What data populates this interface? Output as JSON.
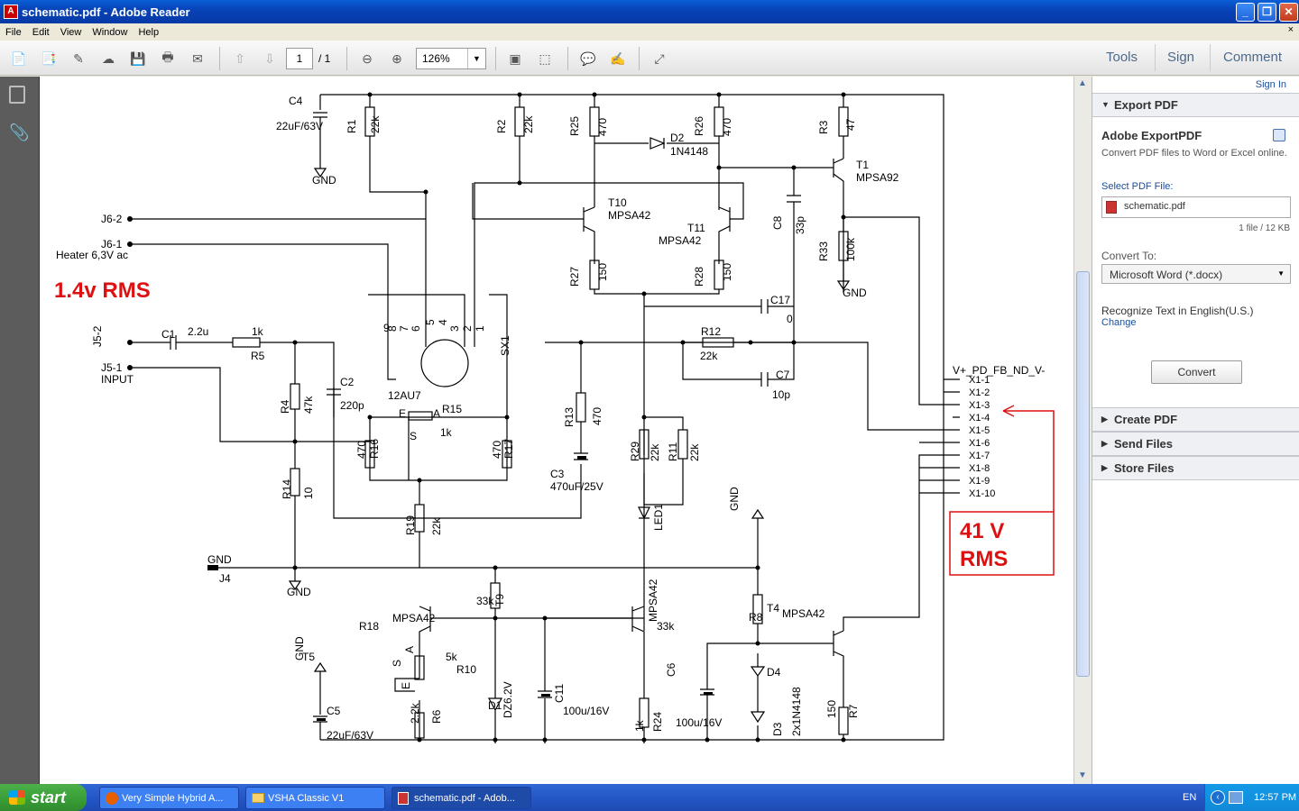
{
  "window": {
    "title": "schematic.pdf - Adobe Reader",
    "icon": "pdf-icon"
  },
  "menu": {
    "items": [
      "File",
      "Edit",
      "View",
      "Window",
      "Help"
    ],
    "close": "×"
  },
  "toolbar": {
    "page_current": "1",
    "page_total": "/ 1",
    "zoom": "126%",
    "tabs": [
      "Tools",
      "Sign",
      "Comment"
    ]
  },
  "doc_labels": {
    "components": [
      "C4",
      "22uF/63V",
      "GND",
      "R1",
      "22k",
      "R2",
      "22k",
      "R25",
      "470",
      "R26",
      "470",
      "D2",
      "1N4148",
      "R3",
      "47",
      "T1",
      "MPSA92",
      "T10",
      "MPSA42",
      "T11",
      "MPSA42",
      "C8",
      "33p",
      "R33",
      "100k",
      "GND",
      "J6-2",
      "J6-1",
      "Heater 6,3V ac",
      "R27",
      "150",
      "R28",
      "150",
      "C17",
      "0",
      "9",
      "8",
      "7",
      "6",
      "5",
      "4",
      "3",
      "2",
      "1",
      "SX1",
      "J5-2",
      "C1",
      "2.2u",
      "1k",
      "R5",
      "R12",
      "22k",
      "C7",
      "10p",
      "J5-1",
      "INPUT",
      "C2",
      "220p",
      "R4",
      "47k",
      "12AU7",
      "E",
      "A",
      "R15",
      "1k",
      "S",
      "R13",
      "470",
      "C3",
      "470uF/25V",
      "470",
      "R16",
      "470",
      "R17",
      "R29",
      "22k",
      "R11",
      "22k",
      "R14",
      "10",
      "R19",
      "22k",
      "LED1",
      "GND",
      "GND",
      "J4",
      "GND",
      "T5",
      "MPSA42",
      "R18",
      "33k",
      "T9",
      "MPSA42",
      "33k",
      "R8",
      "T4",
      "MPSA42",
      "GND",
      "A",
      "5k",
      "R10",
      "S",
      "E",
      "D4",
      "C6",
      "100u/16V",
      "C11",
      "100u/16V",
      "D1",
      "DZ6.2V",
      "2.2k",
      "R6",
      "1k",
      "R24",
      "D3",
      "2x1N4148",
      "150",
      "R7",
      "C5",
      "22uF/63V"
    ],
    "connector_header": "V+_PD_FB_ND_V-",
    "pins": [
      "X1-1",
      "X1-2",
      "X1-3",
      "X1-4",
      "X1-5",
      "X1-6",
      "X1-7",
      "X1-8",
      "X1-9",
      "X1-10"
    ],
    "annotation_left": "1.4v RMS",
    "annotation_right_1": "41 V",
    "annotation_right_2": "RMS",
    "annotation_color": "#dd1111"
  },
  "panel": {
    "sign_in": "Sign In",
    "export_header": "Export PDF",
    "export_title": "Adobe ExportPDF",
    "export_desc": "Convert PDF files to Word or Excel online.",
    "select_label": "Select PDF File:",
    "file_name": "schematic.pdf",
    "file_info": "1 file / 12 KB",
    "convert_to_label": "Convert To:",
    "convert_to_value": "Microsoft Word (*.docx)",
    "ocr_label": "Recognize Text in English(U.S.)",
    "ocr_change": "Change",
    "convert_button": "Convert",
    "sections": [
      "Create PDF",
      "Send Files",
      "Store Files"
    ]
  },
  "taskbar": {
    "start": "start",
    "tasks": [
      "Very Simple Hybrid A...",
      "VSHA Classic V1",
      "schematic.pdf - Adob..."
    ],
    "lang": "EN",
    "clock": "12:57 PM"
  }
}
